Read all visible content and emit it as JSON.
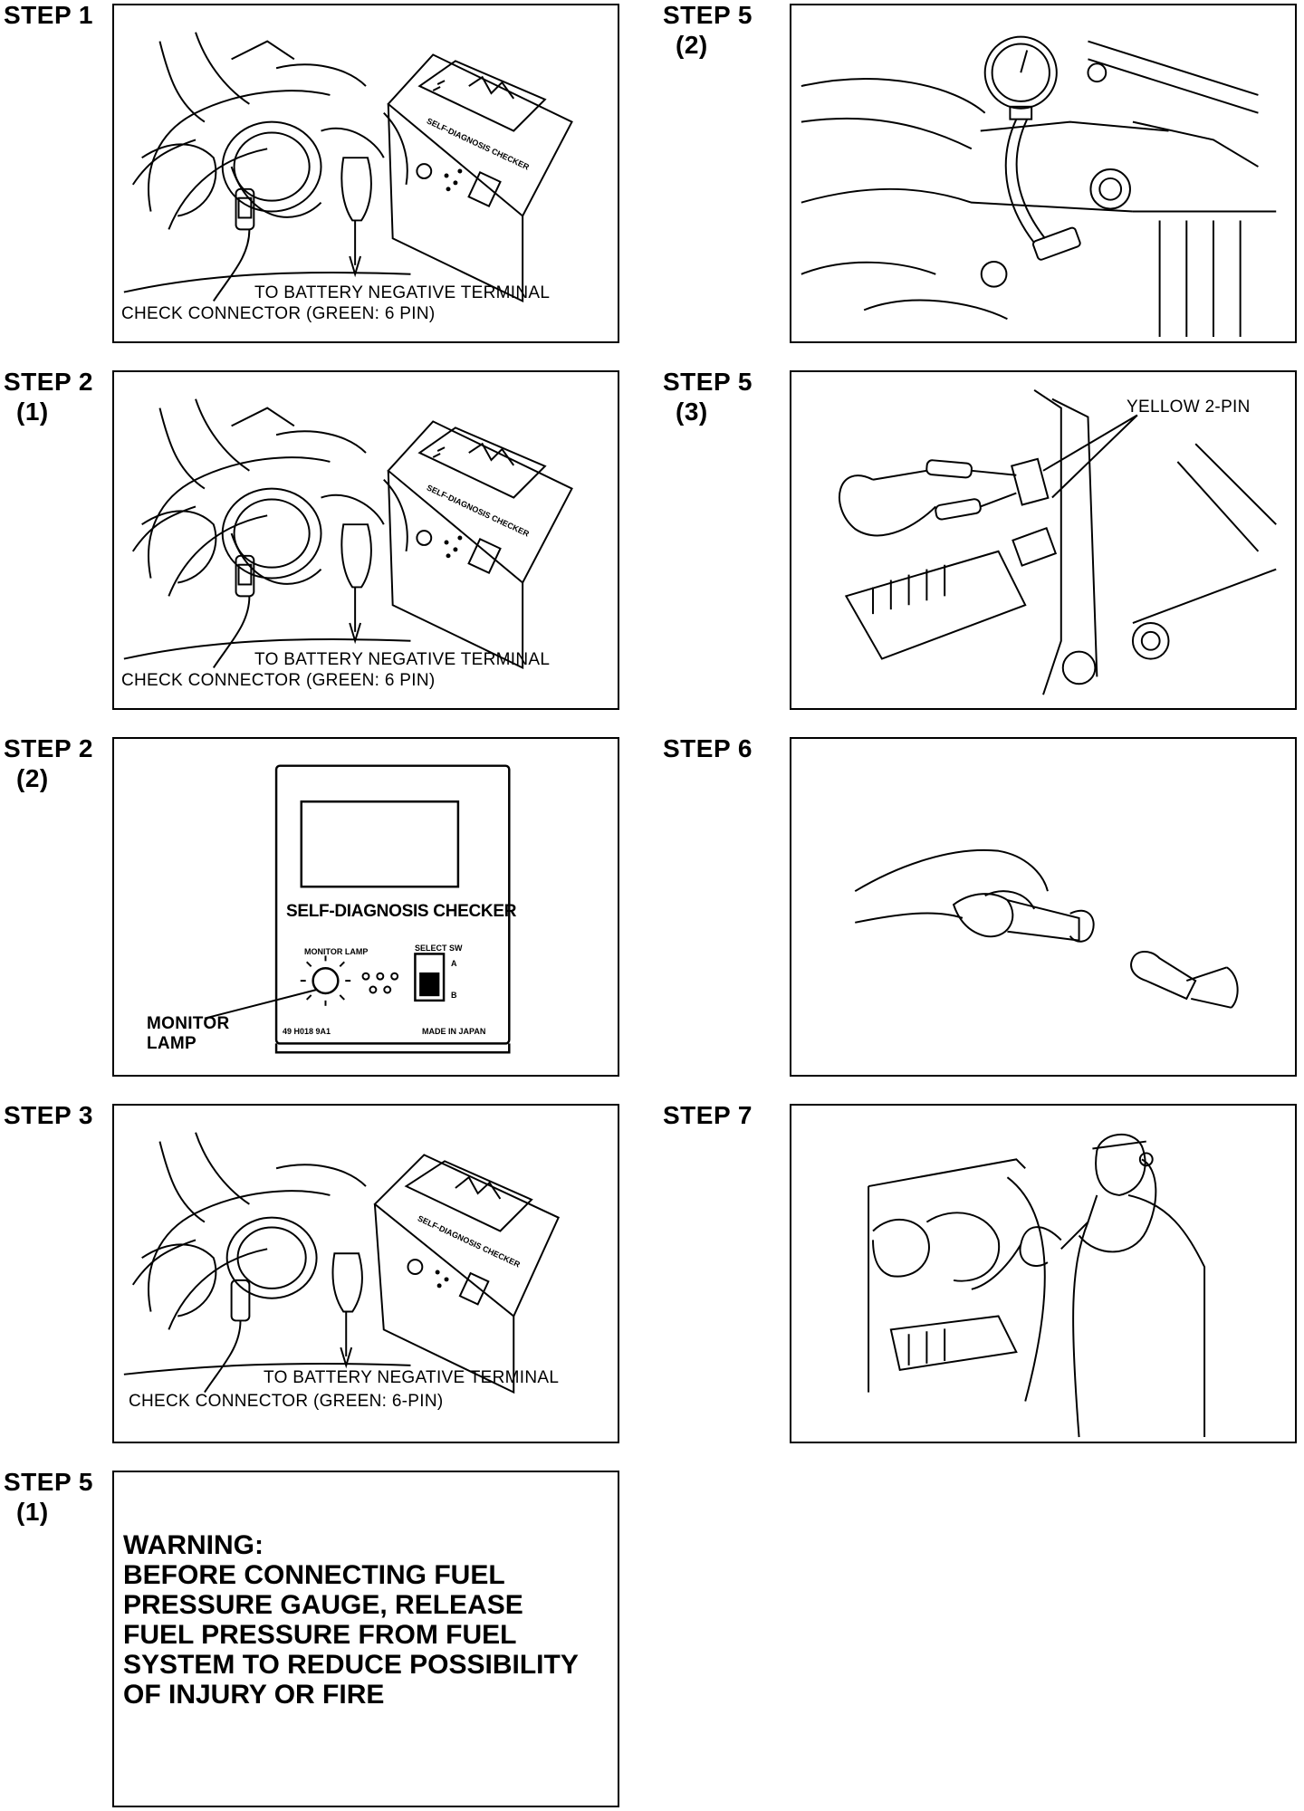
{
  "steps": [
    {
      "id": "s1",
      "label": "STEP 1",
      "sub": ""
    },
    {
      "id": "s2a",
      "label": "STEP 2",
      "sub": "(1)"
    },
    {
      "id": "s2b",
      "label": "STEP 2",
      "sub": "(2)"
    },
    {
      "id": "s3",
      "label": "STEP 3",
      "sub": ""
    },
    {
      "id": "s5a",
      "label": "STEP 5",
      "sub": "(1)"
    },
    {
      "id": "s5b",
      "label": "STEP 5",
      "sub": "(2)"
    },
    {
      "id": "s5c",
      "label": "STEP 5",
      "sub": "(3)"
    },
    {
      "id": "s6",
      "label": "STEP 6",
      "sub": ""
    },
    {
      "id": "s7",
      "label": "STEP 7",
      "sub": ""
    }
  ],
  "callouts": {
    "battery_terminal": "TO BATTERY NEGATIVE TERMINAL",
    "check_connector": "CHECK CONNECTOR (GREEN: 6 PIN)",
    "check_connector_step3": "CHECK CONNECTOR (GREEN: 6-PIN)",
    "monitor_lamp_line1": "MONITOR",
    "monitor_lamp_line2": "LAMP",
    "yellow_pin": "YELLOW 2-PIN"
  },
  "checker": {
    "title": "SELF-DIAGNOSIS CHECKER",
    "monitor_label": "MONITOR LAMP",
    "select_label": "SELECT SW",
    "switch_a": "A",
    "switch_b": "B",
    "part_no": "49 H018 9A1",
    "made_in": "MADE IN JAPAN"
  },
  "warning": {
    "lines": [
      "WARNING:",
      "BEFORE CONNECTING FUEL",
      "PRESSURE GAUGE, RELEASE",
      "FUEL PRESSURE FROM FUEL",
      "SYSTEM TO REDUCE POSSIBILITY",
      "OF INJURY OR FIRE"
    ]
  },
  "colors": {
    "ink": "#000000",
    "paper": "#ffffff"
  }
}
